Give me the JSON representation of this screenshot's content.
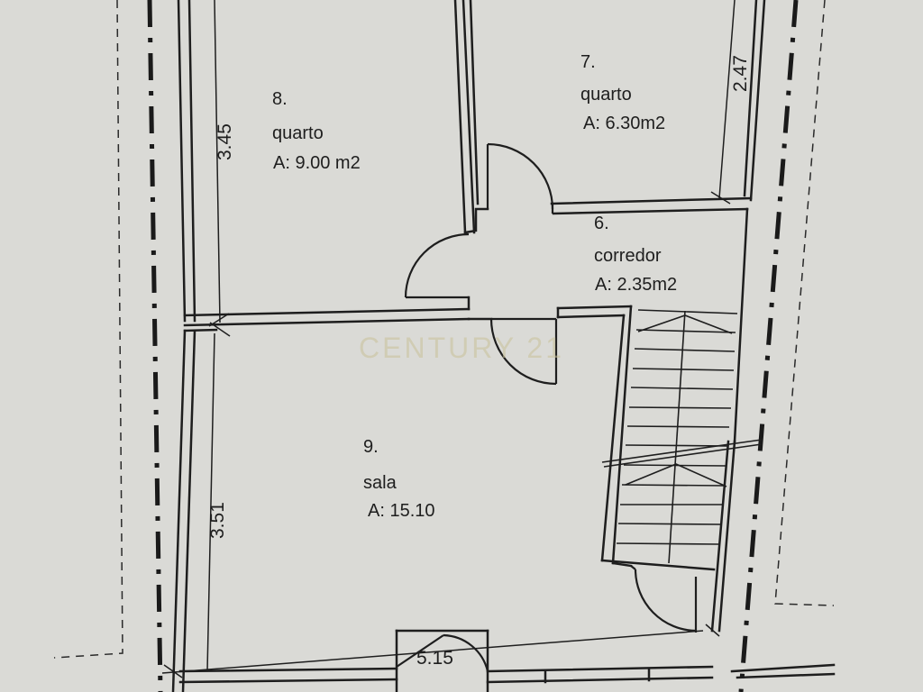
{
  "rooms": [
    {
      "number": "8.",
      "name": "quarto",
      "area": "A: 9.00 m2"
    },
    {
      "number": "7.",
      "name": "quarto",
      "area": "A: 6.30m2"
    },
    {
      "number": "6.",
      "name": "corredor",
      "area": "A: 2.35m2"
    },
    {
      "number": "9.",
      "name": "sala",
      "area": "A: 15.10"
    }
  ],
  "dimensions": {
    "room8_height": "3.45",
    "room7_height": "2.47",
    "room9_height": "3.51",
    "bottom_width": "5.15"
  },
  "watermark": "CENTURY 21",
  "colors": {
    "paper": "#d9d9d5",
    "line": "#1e1e1e",
    "watermark": "#c9c29a"
  }
}
